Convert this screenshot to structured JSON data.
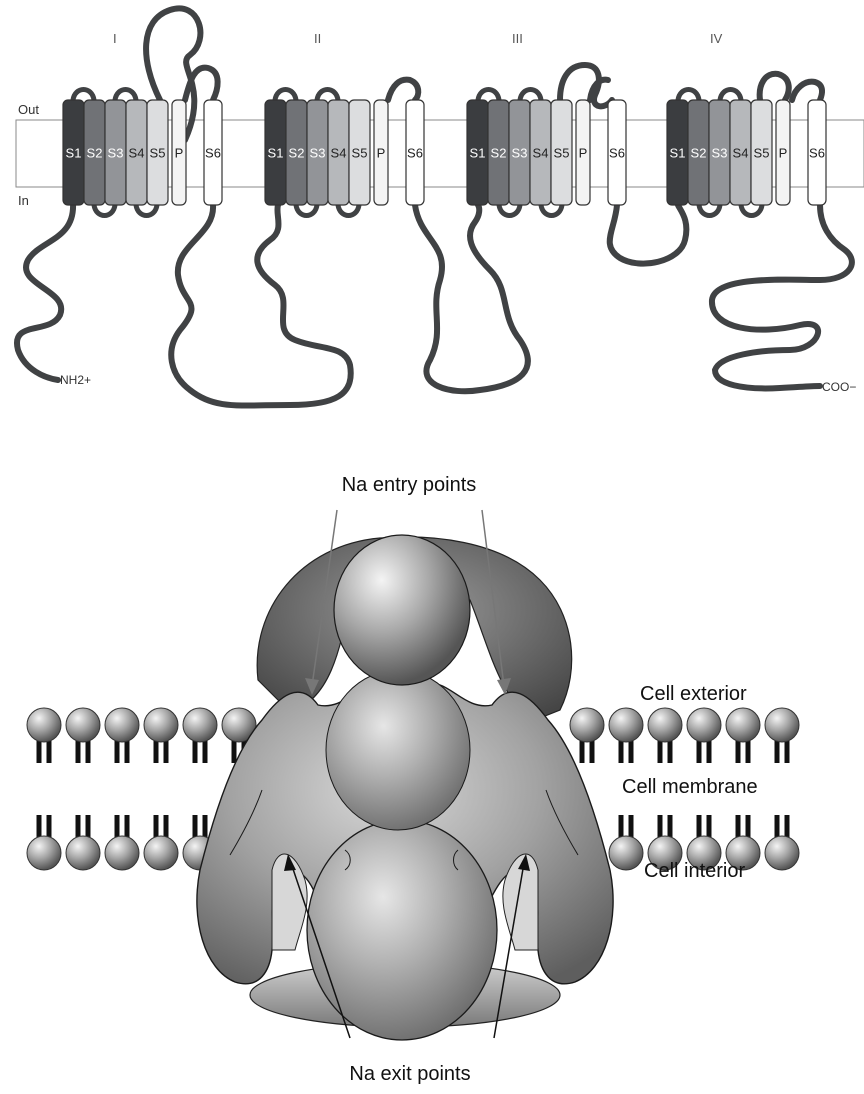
{
  "topology": {
    "outside_label": "Out",
    "inside_label": "In",
    "n_terminus": "NH2+",
    "c_terminus": "COO−",
    "domains": [
      {
        "label": "I"
      },
      {
        "label": "II"
      },
      {
        "label": "III"
      },
      {
        "label": "IV"
      }
    ],
    "segments": [
      "S1",
      "S2",
      "S3",
      "S4",
      "S5",
      "P",
      "S6"
    ],
    "segment_colors": [
      "#3b3d40",
      "#707276",
      "#929498",
      "#b6b8bb",
      "#dcdddf",
      "#f4f4f4",
      "#ffffff"
    ]
  },
  "channel": {
    "entry_label": "Na entry points",
    "exit_label": "Na exit points",
    "exterior_label": "Cell exterior",
    "membrane_label": "Cell membrane",
    "interior_label": "Cell interior"
  }
}
